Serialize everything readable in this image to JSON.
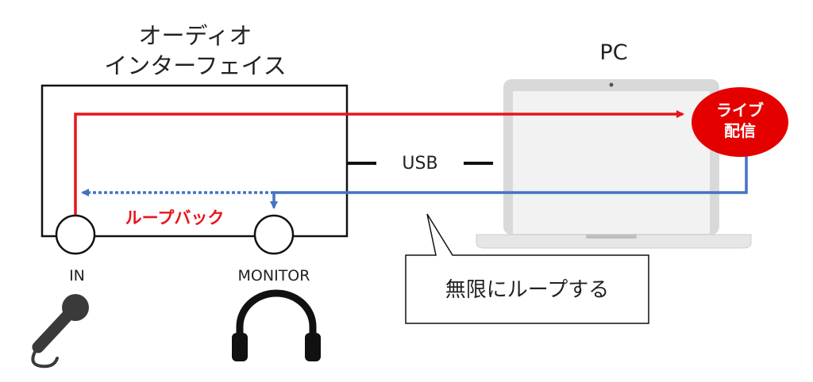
{
  "interface": {
    "title_line1": "オーディオ",
    "title_line2": "インターフェイス",
    "jack_in_label": "IN",
    "jack_monitor_label": "MONITOR",
    "loopback_label": "ループバック"
  },
  "pc": {
    "title": "PC",
    "live_label_line1": "ライブ",
    "live_label_line2": "配信"
  },
  "connection": {
    "usb_label": "USB"
  },
  "callout": {
    "text": "無限にループする"
  },
  "icons": {
    "microphone": "microphone-icon",
    "headphones": "headphones-icon"
  },
  "colors": {
    "send_line": "#e8141b",
    "return_line": "#4472c4",
    "live_badge": "#e50000",
    "laptop_frame": "#d9d9d9",
    "laptop_screen": "#f2f2f2",
    "icon": "#3a3a3a"
  }
}
